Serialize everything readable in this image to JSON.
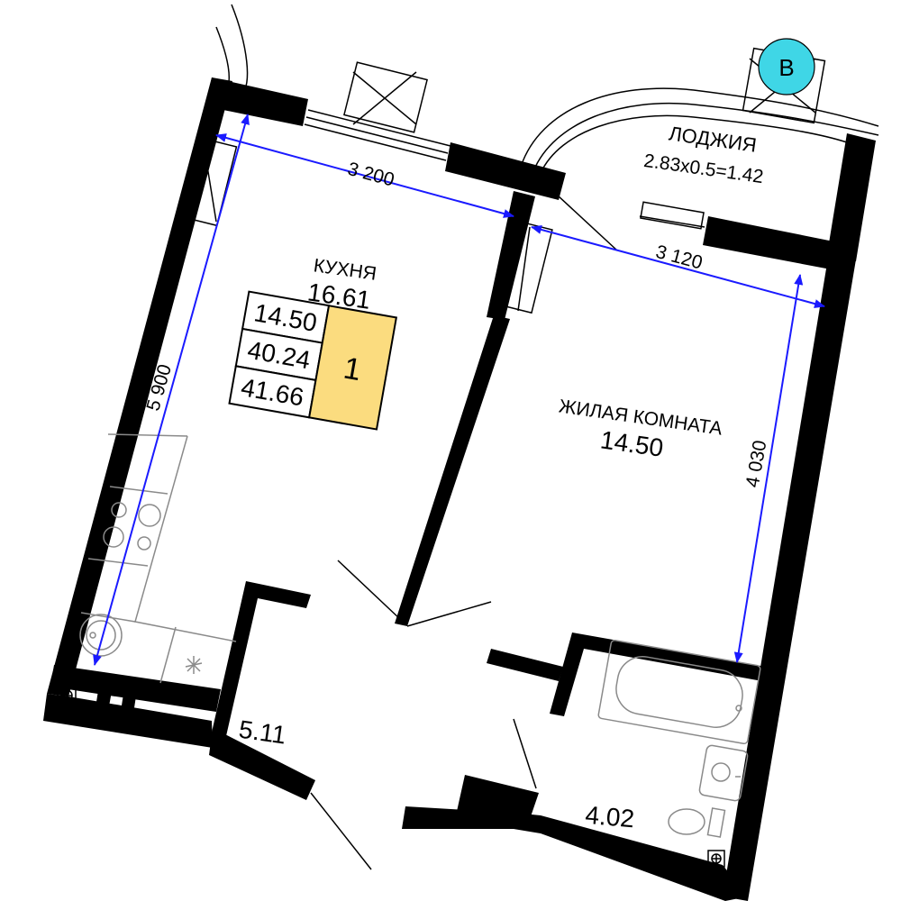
{
  "rooms": {
    "kitchen": {
      "name": "КУХНЯ",
      "area": "16.61"
    },
    "living": {
      "name": "ЖИЛАЯ КОМНАТА",
      "area": "14.50"
    },
    "loggia": {
      "name": "ЛОДЖИЯ",
      "formula": "2.83x0.5=1.42"
    },
    "hall": {
      "area": "5.11"
    },
    "bathroom": {
      "area": "4.02"
    }
  },
  "summary": {
    "living_area": "14.50",
    "total_area": "40.24",
    "total_with_loggia": "41.66",
    "rooms_count": "1",
    "highlight_color": "#fbdc7f"
  },
  "section_marker": {
    "label": "B",
    "color": "#3fd6e6"
  },
  "dimensions": {
    "kitchen_width": "3 200",
    "kitchen_length": "5 900",
    "living_width": "3 120",
    "living_length": "4 030"
  },
  "dimension_color": "#1a1aff"
}
